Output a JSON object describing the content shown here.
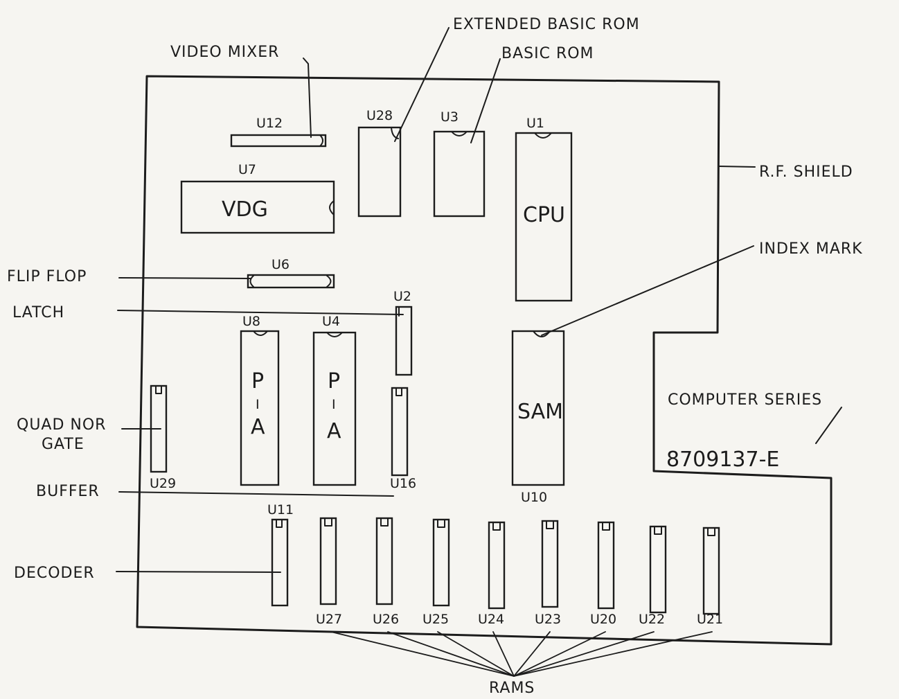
{
  "labels": {
    "extended_basic_rom": "EXTENDED BASIC ROM",
    "basic_rom": "BASIC ROM",
    "video_mixer": "VIDEO MIXER",
    "rf_shield": "R.F. SHIELD",
    "index_mark": "INDEX MARK",
    "flip_flop": "FLIP FLOP",
    "latch": "LATCH",
    "quad_nor_gate_line1": "QUAD NOR",
    "quad_nor_gate_line2": "GATE",
    "buffer": "BUFFER",
    "decoder": "DECODER",
    "computer_series": "COMPUTER SERIES",
    "serial_number": "8709137-E",
    "rams": "RAMS"
  },
  "chips": {
    "u12": "U12",
    "u7": "U7",
    "vdg": "VDG",
    "u28": "U28",
    "u3": "U3",
    "u1": "U1",
    "cpu": "CPU",
    "u6": "U6",
    "u2": "U2",
    "u8": "U8",
    "u4": "U4",
    "pia_left": [
      "P",
      "I",
      "A"
    ],
    "pia_right": [
      "P",
      "I",
      "A"
    ],
    "sam": "SAM",
    "u10": "U10",
    "u29": "U29",
    "u16": "U16",
    "u11": "U11"
  },
  "ram_chips": [
    "U27",
    "U26",
    "U25",
    "U24",
    "U23",
    "U20",
    "U22",
    "U21"
  ]
}
